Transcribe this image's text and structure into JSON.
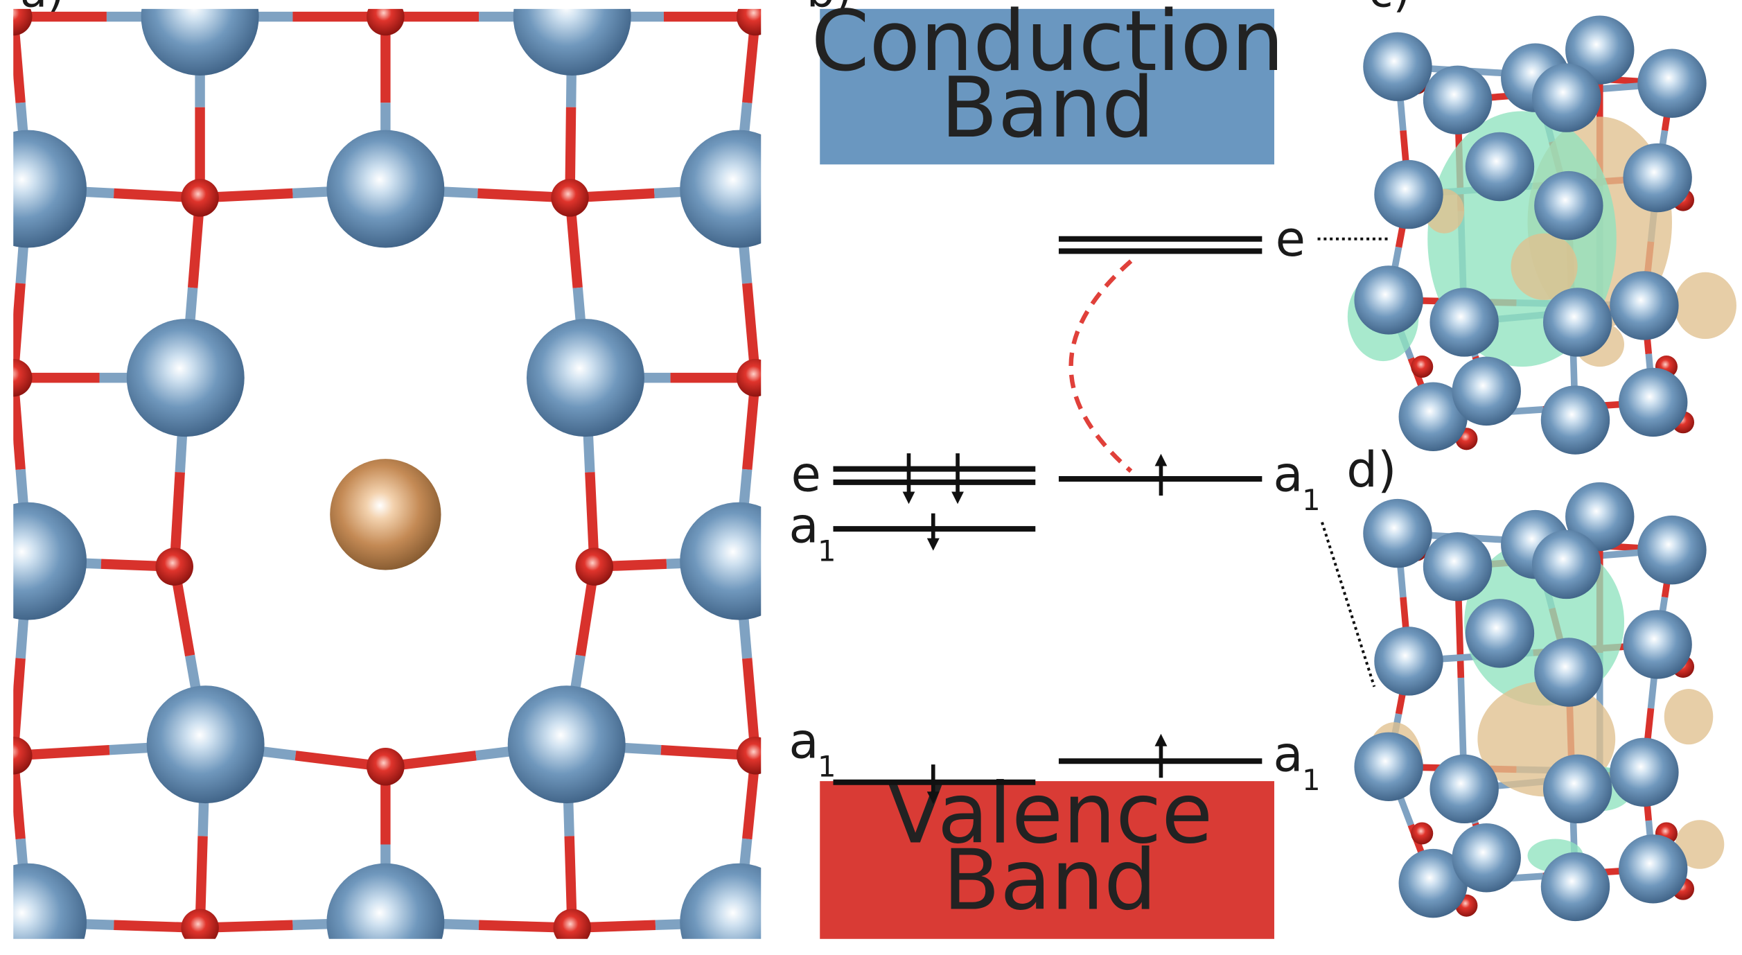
{
  "panel_labels": {
    "a": "a)",
    "b": "b)",
    "c": "c)",
    "d": "d)"
  },
  "bands": {
    "conduction_line1": "Conduction",
    "conduction_line2": "Band",
    "valence_line1": "Valence",
    "valence_line2": "Band"
  },
  "levels": {
    "left_e": "e",
    "left_a1_upper": "a",
    "left_a1_upper_sub": "1",
    "left_a1_lower": "a",
    "left_a1_lower_sub": "1",
    "right_e": "e",
    "right_a1_upper": "a",
    "right_a1_upper_sub": "1",
    "right_a1_lower": "a",
    "right_a1_lower_sub": "1"
  },
  "colors": {
    "conduction": "#6a97c0",
    "valence": "#d93b35",
    "metal": "#6f94b8",
    "oxygen": "#d8322c",
    "dopant": "#c48a55",
    "iso_green": "#8fe3bf",
    "iso_tan": "#e0c08e",
    "transition": "#e0403a"
  }
}
